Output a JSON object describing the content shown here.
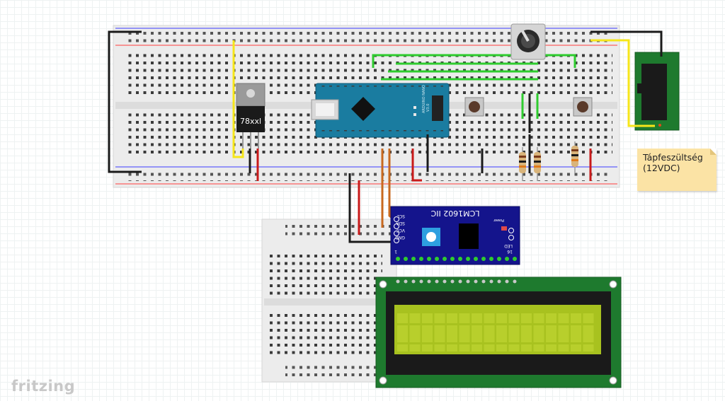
{
  "regulator": {
    "label": "78xxl"
  },
  "power_note": {
    "line1": "Tápfeszültség",
    "line2": "(12VDC)"
  },
  "i2c_module": {
    "title": "LCM1602 IIC",
    "pins": [
      "SCL",
      "SDA",
      "VCC",
      "GND"
    ],
    "power_label": "Power",
    "led_label": "LED",
    "pin1_label": "1",
    "pin16_label": "16"
  },
  "arduino": {
    "name": "ARDUINO NANO",
    "version": "V3.0"
  },
  "app": {
    "logo": "fritzing"
  }
}
